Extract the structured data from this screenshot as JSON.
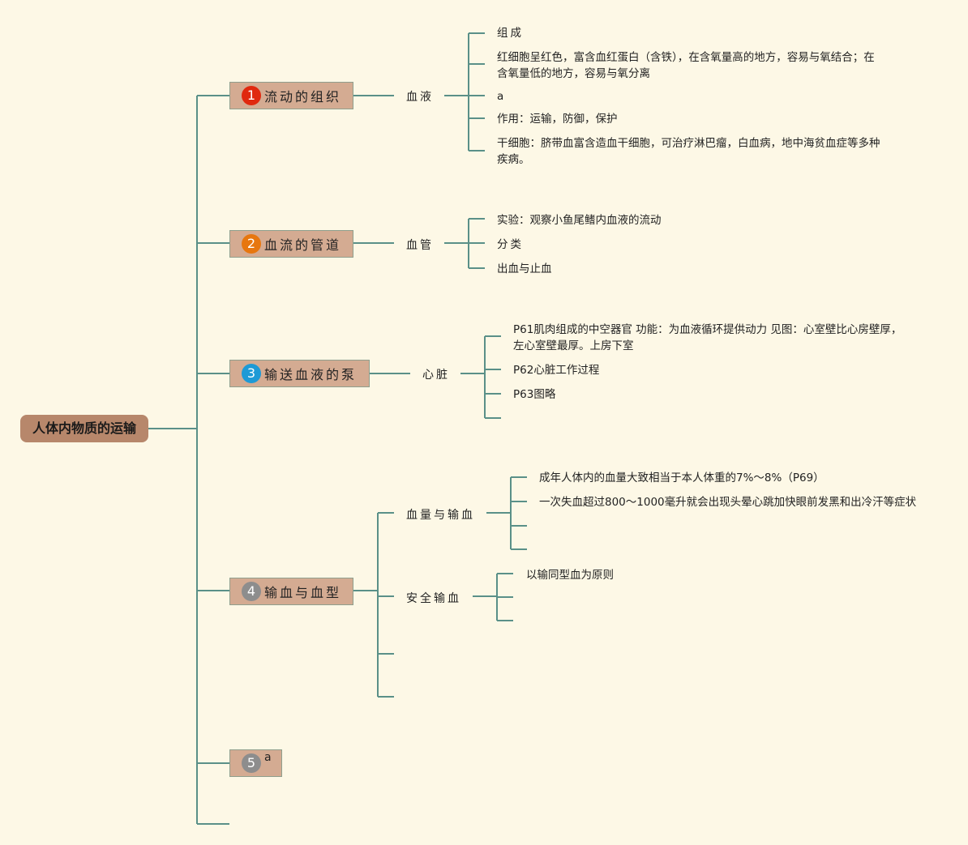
{
  "root": {
    "label": "人体内物质的运输"
  },
  "colors": {
    "line": "#5a9088",
    "background": "#fdf8e6"
  },
  "branches": [
    {
      "number": "1",
      "badge_color": "#e0290f",
      "label": "流动的组织",
      "children": [
        {
          "label": "血液",
          "leaves": [
            "组成",
            "红细胞呈红色，富含血红蛋白（含铁），在含氧量高的地方，容易与氧结合；在",
            "含氧量低的地方，容易与氧分离",
            "a",
            "作用：运输，防御，保护",
            "干细胞：脐带血富含造血干细胞，可治疗淋巴瘤，白血病，地中海贫血症等多种",
            "疾病。"
          ]
        }
      ]
    },
    {
      "number": "2",
      "badge_color": "#e7770f",
      "label": "血流的管道",
      "children": [
        {
          "label": "血管",
          "leaves": [
            "实验：观察小鱼尾鳍内血液的流动",
            "分类",
            "出血与止血"
          ]
        }
      ]
    },
    {
      "number": "3",
      "badge_color": "#1e9ad6",
      "label": "输送血液的泵",
      "children": [
        {
          "label": "心脏",
          "leaves": [
            "P61肌肉组成的中空器官 功能：为血液循环提供动力 见图：心室壁比心房壁厚，",
            "左心室壁最厚。上房下室",
            "P62心脏工作过程",
            "P63图略"
          ]
        }
      ]
    },
    {
      "number": "4",
      "badge_color": "#8d8d8d",
      "label": "输血与血型",
      "children": [
        {
          "label": "血量与输血",
          "leaves": [
            "成年人体内的血量大致相当于本人体重的7%～8%（P69）",
            "一次失血超过800～1000毫升就会出现头晕心跳加快眼前发黑和出冷汗等症状"
          ]
        },
        {
          "label": "安全输血",
          "leaves": [
            "以输同型血为原则"
          ]
        }
      ]
    },
    {
      "number": "5",
      "badge_color": "#8d8d8d",
      "label": "a",
      "children": []
    }
  ]
}
